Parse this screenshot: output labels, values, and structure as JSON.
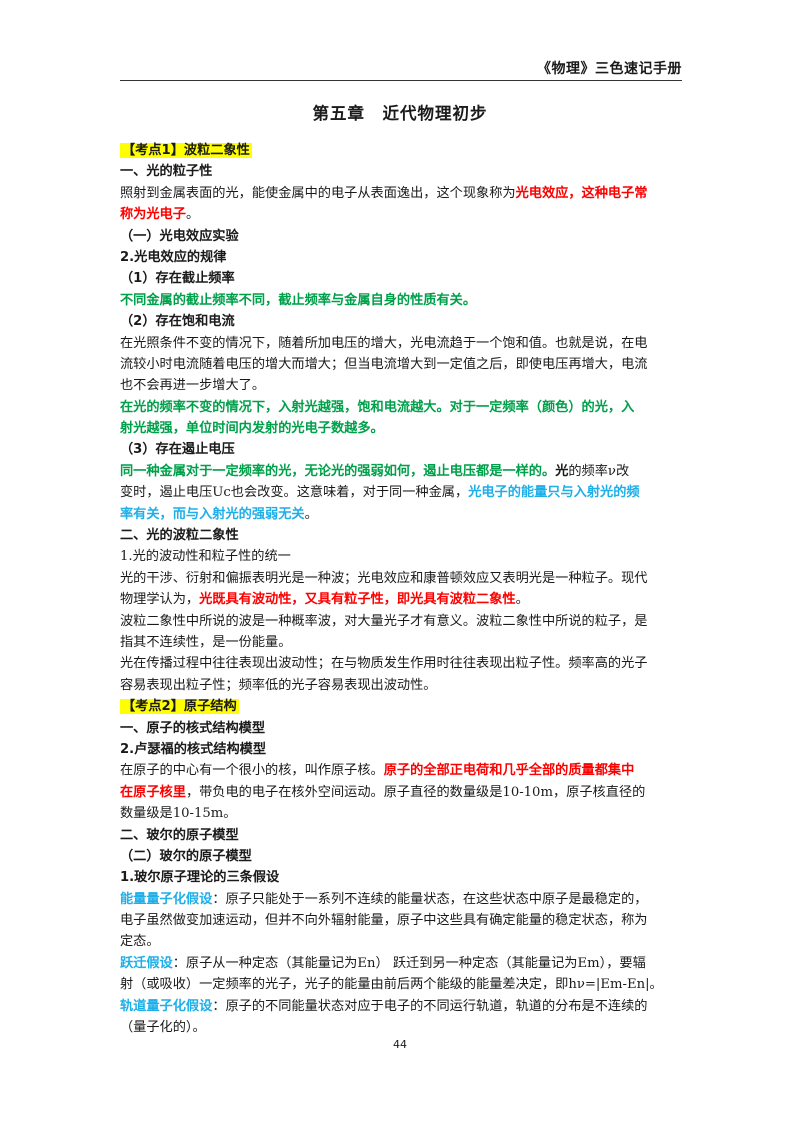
{
  "header": {
    "title": "《物理》三色速记手册"
  },
  "chapter_title": "第五章　近代物理初步",
  "lines": [
    [
      {
        "t": "【考点1】波粒二象性",
        "s": "kd"
      }
    ],
    [
      {
        "t": "一、光的粒子性",
        "s": "b"
      }
    ],
    [
      {
        "t": "照射到金属表面的光，能使金属中的电子从表面逸出，这个现象称为",
        "s": "n"
      },
      {
        "t": "光电效应",
        "s": "red"
      },
      {
        "t": "，这种电子常",
        "s": "red"
      }
    ],
    [
      {
        "t": "称为光电子",
        "s": "red"
      },
      {
        "t": "。",
        "s": "n"
      }
    ],
    [
      {
        "t": "（一）光电效应实验",
        "s": "b"
      }
    ],
    [
      {
        "t": "2.光电效应的规律",
        "s": "b"
      }
    ],
    [
      {
        "t": "（1）存在截止频率",
        "s": "b"
      }
    ],
    [
      {
        "t": "不同金属的截止频率不同，截止频率与金属自身的性质有关。",
        "s": "green"
      }
    ],
    [
      {
        "t": "（2）存在饱和电流",
        "s": "b"
      }
    ],
    [
      {
        "t": "在光照条件不变的情况下，随着所加电压的增大，光电流趋于一个饱和值。也就是说，在电",
        "s": "n"
      }
    ],
    [
      {
        "t": "流较小时电流随着电压的增大而增大；但当电流增大到一定值之后，即使电压再增大，电流",
        "s": "n"
      }
    ],
    [
      {
        "t": "也不会再进一步增大了。",
        "s": "n"
      }
    ],
    [
      {
        "t": "在光的频率不变的情况下，入射光越强，饱和电流越大。对于一定频率（颜色）的光，入",
        "s": "green"
      }
    ],
    [
      {
        "t": "射光越强，单位时间内发射的光电子数越多。",
        "s": "green"
      }
    ],
    [
      {
        "t": "（3）存在遏止电压",
        "s": "b"
      }
    ],
    [
      {
        "t": "同一种金属对于一定频率的光，无论光的强弱如何，遏止电压都是一样的。",
        "s": "green"
      },
      {
        "t": "光",
        "s": "b"
      },
      {
        "t": "的频率ν改",
        "s": "n"
      }
    ],
    [
      {
        "t": "变时，遏止电压Uc也会改变。这意味着，对于同一种金属，",
        "s": "n"
      },
      {
        "t": "光电子的能量只与入射光的频",
        "s": "blue"
      }
    ],
    [
      {
        "t": "率有关，而与入射光的强弱无关",
        "s": "blue"
      },
      {
        "t": "。",
        "s": "n"
      }
    ],
    [
      {
        "t": "二、光的波粒二象性",
        "s": "b"
      }
    ],
    [
      {
        "t": "1.光的波动性和粒子性的统一",
        "s": "n"
      }
    ],
    [
      {
        "t": "光的干涉、衍射和偏振表明光是一种波；光电效应和康普顿效应又表明光是一种粒子。现代",
        "s": "n"
      }
    ],
    [
      {
        "t": "物理学认为，",
        "s": "n"
      },
      {
        "t": "光既具有波动性，又具有粒子性，即光具有波粒二象性",
        "s": "red"
      },
      {
        "t": "。",
        "s": "n"
      }
    ],
    [
      {
        "t": "波粒二象性中所说的波是一种概率波，对大量光子才有意义。波粒二象性中所说的粒子，是",
        "s": "n"
      }
    ],
    [
      {
        "t": "指其不连续性，是一份能量。",
        "s": "n"
      }
    ],
    [
      {
        "t": "光在传播过程中往往表现出波动性；在与物质发生作用时往往表现出粒子性。频率高的光子",
        "s": "n"
      }
    ],
    [
      {
        "t": "容易表现出粒子性；频率低的光子容易表现出波动性。",
        "s": "n"
      }
    ],
    [
      {
        "t": "【考点2】原子结构",
        "s": "kd"
      }
    ],
    [
      {
        "t": "一、原子的核式结构模型",
        "s": "b"
      }
    ],
    [
      {
        "t": "2.卢瑟福的核式结构模型",
        "s": "b"
      }
    ],
    [
      {
        "t": "在原子的中心有一个很小的核，叫作原子核。",
        "s": "n"
      },
      {
        "t": "原子的全部正电荷和几乎全部的质量都集中",
        "s": "red"
      }
    ],
    [
      {
        "t": "在原子核里",
        "s": "red"
      },
      {
        "t": "，带负电的电子在核外空间运动。原子直径的数量级是10-10m，原子核直径的",
        "s": "n"
      }
    ],
    [
      {
        "t": "数量级是10-15m。",
        "s": "n"
      }
    ],
    [
      {
        "t": "二、玻尔的原子模型",
        "s": "b"
      }
    ],
    [
      {
        "t": "（二）玻尔的原子模型",
        "s": "b"
      }
    ],
    [
      {
        "t": "1.玻尔原子理论的三条假设",
        "s": "b"
      }
    ],
    [
      {
        "t": "能量量子化假设",
        "s": "blue"
      },
      {
        "t": "：原子只能处于一系列不连续的能量状态，在这些状态中原子是最稳定的，",
        "s": "n"
      }
    ],
    [
      {
        "t": "电子虽然做变加速运动，但并不向外辐射能量，原子中这些具有确定能量的稳定状态，称为",
        "s": "n"
      }
    ],
    [
      {
        "t": "定态。",
        "s": "n"
      }
    ],
    [
      {
        "t": "跃迁假设",
        "s": "blue"
      },
      {
        "t": "：原子从一种定态（其能量记为En） 跃迁到另一种定态（其能量记为Em），要辐",
        "s": "n"
      }
    ],
    [
      {
        "t": "射（或吸收）一定频率的光子，光子的能量由前后两个能级的能量差决定，即hν=|Em-En|。",
        "s": "n"
      }
    ],
    [
      {
        "t": "轨道量子化假设",
        "s": "blue"
      },
      {
        "t": "：原子的不同能量状态对应于电子的不同运行轨道，轨道的分布是不连续的",
        "s": "n"
      }
    ],
    [
      {
        "t": "（量子化的）。",
        "s": "n"
      }
    ]
  ],
  "page_number": "44"
}
